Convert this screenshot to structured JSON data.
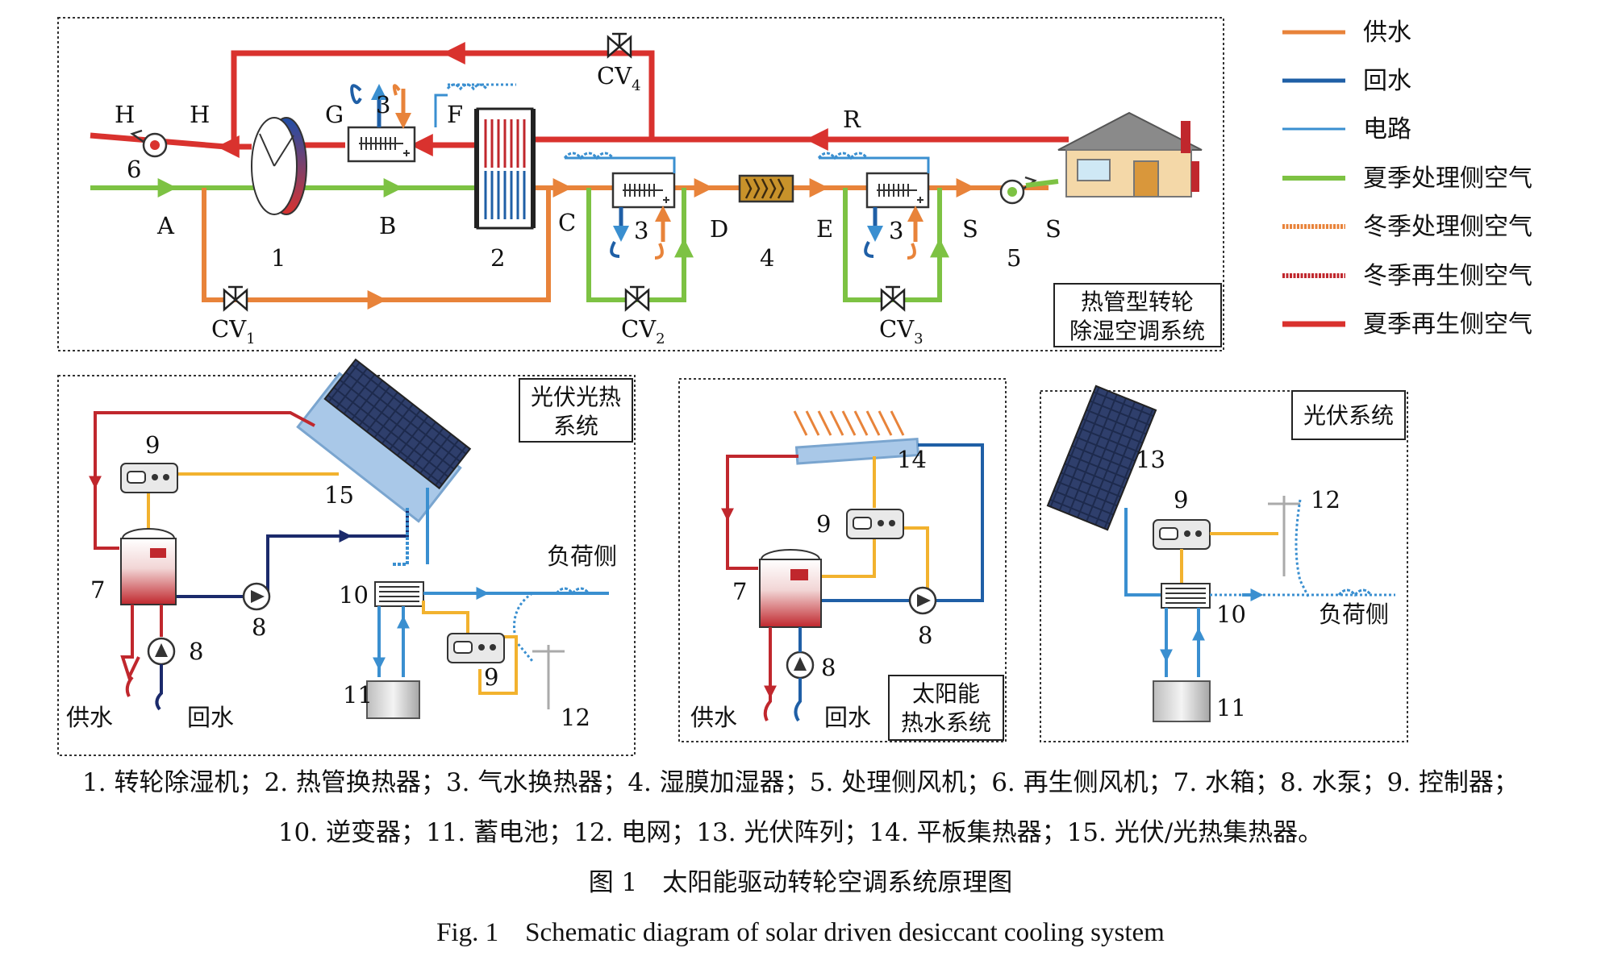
{
  "legend": {
    "items": [
      {
        "label": "供水",
        "color": "#e8833a",
        "style": "solid"
      },
      {
        "label": "回水",
        "color": "#1f5fa6",
        "style": "solid"
      },
      {
        "label": "电路",
        "color": "#3a8fd0",
        "style": "solid"
      },
      {
        "label": "夏季处理侧空气",
        "color": "#7dc243",
        "style": "solid"
      },
      {
        "label": "冬季处理侧空气",
        "color": "#e8833a",
        "style": "dashed"
      },
      {
        "label": "冬季再生侧空气",
        "color": "#c0272d",
        "style": "dashed"
      },
      {
        "label": "夏季再生侧空气",
        "color": "#d9322e",
        "style": "solid"
      }
    ]
  },
  "top_panel": {
    "title_line1": "热管型转轮",
    "title_line2": "除湿空调系统",
    "stations": {
      "A": "A",
      "B": "B",
      "C": "C",
      "D": "D",
      "E": "E",
      "F": "F",
      "G": "G",
      "H": "H",
      "R": "R",
      "S": "S"
    },
    "numbers": {
      "n1": "1",
      "n2": "2",
      "n3": "3",
      "n4": "4",
      "n5": "5",
      "n6": "6"
    },
    "valves": {
      "cv": "CV",
      "s1": "1",
      "s2": "2",
      "s3": "3",
      "s4": "4"
    }
  },
  "pvt_panel": {
    "title_line1": "光伏光热",
    "title_line2": "系统",
    "numbers": {
      "n7": "7",
      "n8a": "8",
      "n8b": "8",
      "n9a": "9",
      "n9b": "9",
      "n10": "10",
      "n11": "11",
      "n12": "12",
      "n15": "15"
    },
    "supply": "供水",
    "return": "回水",
    "load": "负荷侧"
  },
  "solar_thermal_panel": {
    "title_line1": "太阳能",
    "title_line2": "热水系统",
    "numbers": {
      "n14": "14",
      "n9": "9",
      "n7": "7",
      "n8a": "8",
      "n8b": "8"
    },
    "supply": "供水",
    "return": "回水"
  },
  "pv_panel": {
    "title": "光伏系统",
    "numbers": {
      "n13": "13",
      "n9": "9",
      "n12": "12",
      "n10": "10",
      "n11": "11"
    },
    "load": "负荷侧"
  },
  "captions": {
    "legend_line1": "1. 转轮除湿机；2. 热管换热器；3. 气水换热器；4. 湿膜加湿器；5. 处理侧风机；6. 再生侧风机；7. 水箱；8. 水泵；9. 控制器；",
    "legend_line2": "10. 逆变器；11. 蓄电池；12. 电网；13. 光伏阵列；14. 平板集热器；15. 光伏/光热集热器。",
    "figure_cn": "图 1　太阳能驱动转轮空调系统原理图",
    "figure_en": "Fig. 1　Schematic diagram of solar driven desiccant cooling system"
  },
  "colors": {
    "supply_water": "#e8833a",
    "return_water": "#1f5fa6",
    "electric": "#3a8fd0",
    "summer_process_air": "#7dc243",
    "winter_process_air": "#e8833a",
    "winter_regen_air": "#c0272d",
    "summer_regen_air": "#d9322e",
    "controller_wire": "#f2b22e",
    "dark_pipe": "#1b2a6b"
  }
}
